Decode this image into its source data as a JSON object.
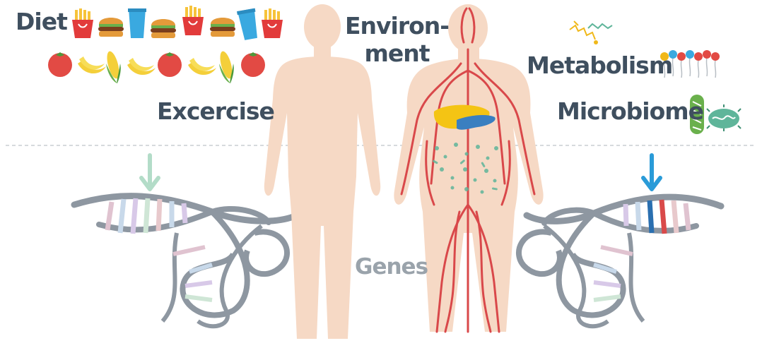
{
  "labels": {
    "diet": "Diet",
    "environment_line1": "Environ-",
    "environment_line2": "ment",
    "metabolism": "Metabolism",
    "excercise": "Excercise",
    "microbiome": "Microbiome",
    "genes": "Genes"
  },
  "icons": {
    "diet_row": [
      "fries-icon",
      "burger-icon",
      "cup-icon",
      "burger-icon",
      "fries-icon",
      "burger-icon",
      "cup-icon",
      "fries-icon"
    ],
    "produce_row": [
      "tomato-icon",
      "banana-icon",
      "corn-icon",
      "banana-icon",
      "tomato-icon",
      "banana-icon",
      "corn-icon",
      "tomato-icon"
    ],
    "metabolism": [
      "molecule-icon",
      "lipid-membrane-icon"
    ],
    "microbiome": [
      "bacterium-icon",
      "virus-icon"
    ],
    "arrows": [
      "faded-arrow-icon",
      "blue-arrow-icon"
    ]
  },
  "colors": {
    "label_text": "#3f4f5f",
    "genes_text": "#9aa3ab",
    "body_skin": "#f6d9c5",
    "vessels": "#d9484a",
    "liver": "#f4c414",
    "pancreas": "#3a7fc0",
    "microbes": "#5fb59a",
    "dna_backbone": "#8e97a1",
    "arrow_faded": "#b3dcc8",
    "arrow_blue": "#2a9bd8",
    "divider": "#c8cdd2"
  }
}
